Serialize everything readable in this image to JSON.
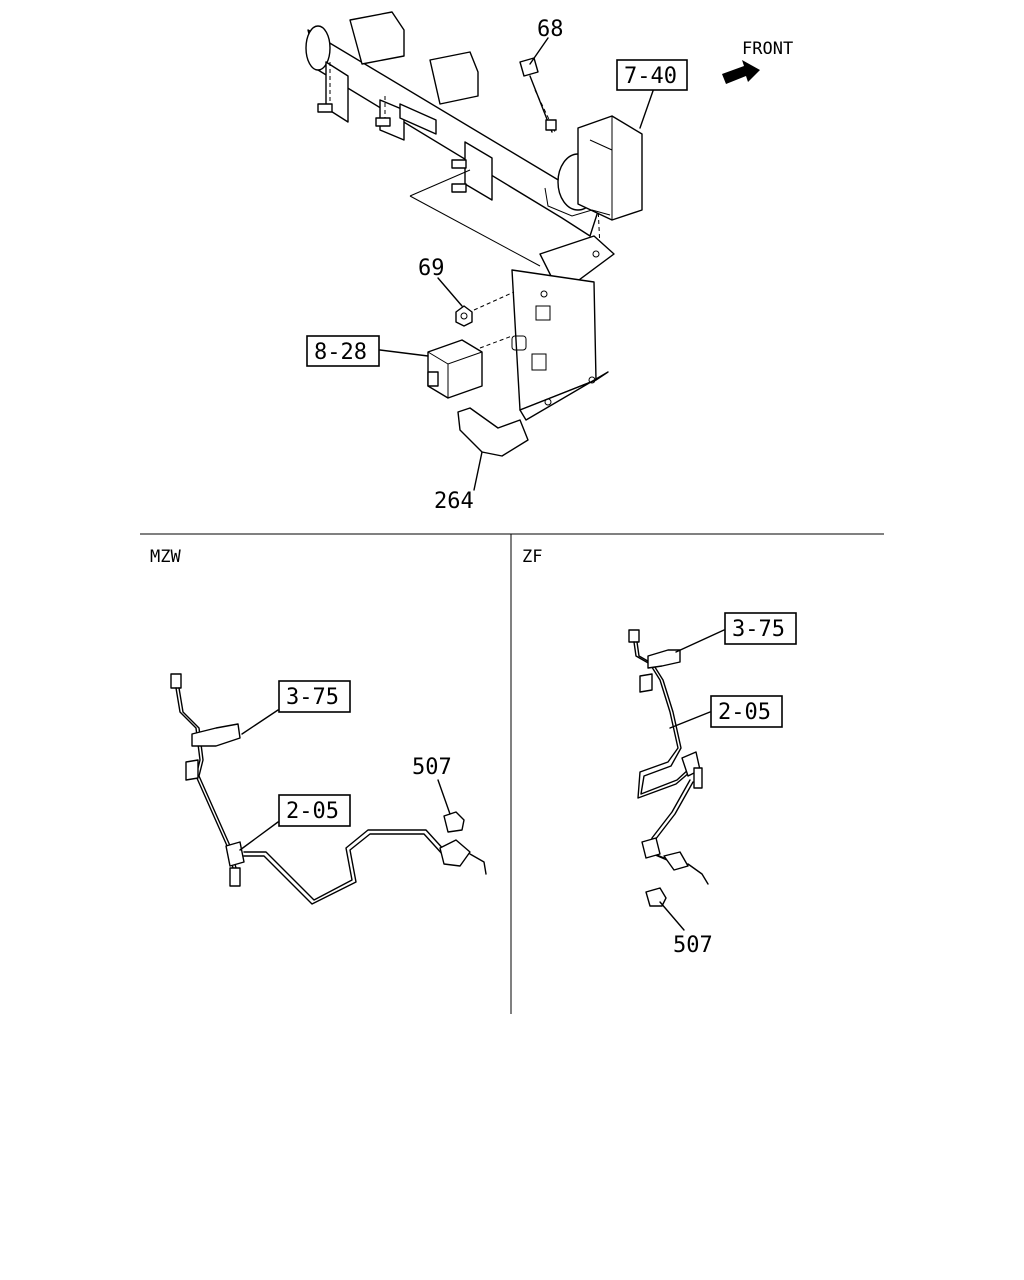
{
  "direction_label": "FRONT",
  "sections": {
    "left": "MZW",
    "right": "ZF"
  },
  "callouts": {
    "bolt": "68",
    "ref_frame": "7-40",
    "nut": "69",
    "ref_control_unit": "8-28",
    "bracket": "264",
    "mzw_ref_hose": "3-75",
    "mzw_ref_pipe": "2-05",
    "mzw_clip": "507",
    "zf_ref_hose": "3-75",
    "zf_ref_pipe": "2-05",
    "zf_clip": "507"
  }
}
